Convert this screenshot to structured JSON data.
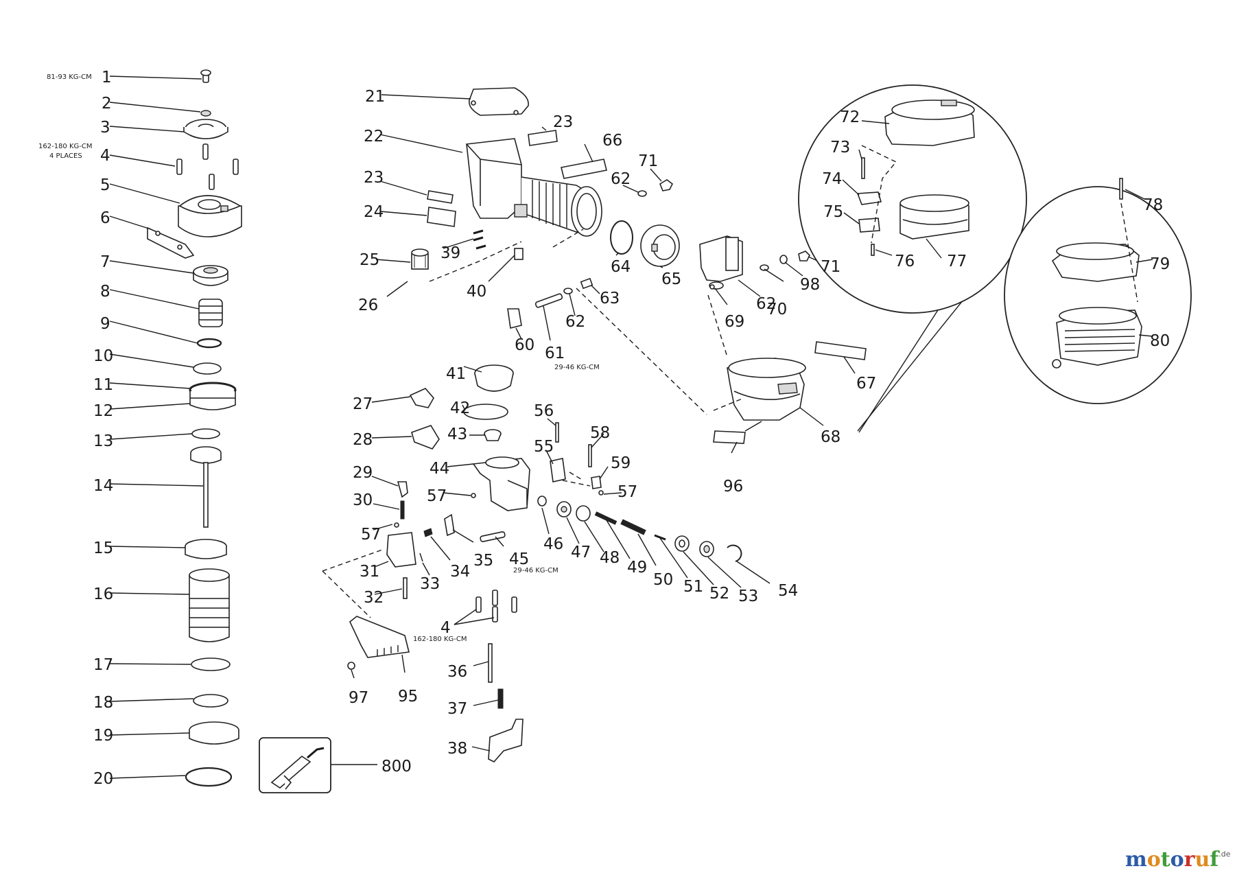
{
  "diagram": {
    "callouts": [
      "1",
      "2",
      "3",
      "4",
      "5",
      "6",
      "7",
      "8",
      "9",
      "10",
      "11",
      "12",
      "13",
      "14",
      "15",
      "16",
      "17",
      "18",
      "19",
      "20",
      "21",
      "22",
      "23",
      "23",
      "24",
      "25",
      "26",
      "27",
      "28",
      "29",
      "30",
      "31",
      "32",
      "33",
      "34",
      "35",
      "36",
      "37",
      "38",
      "39",
      "40",
      "41",
      "42",
      "43",
      "44",
      "45",
      "46",
      "47",
      "48",
      "49",
      "50",
      "51",
      "52",
      "53",
      "54",
      "55",
      "56",
      "57",
      "57",
      "57",
      "58",
      "59",
      "60",
      "61",
      "62",
      "62",
      "62",
      "63",
      "64",
      "65",
      "66",
      "67",
      "68",
      "69",
      "70",
      "71",
      "71",
      "72",
      "73",
      "74",
      "75",
      "76",
      "77",
      "78",
      "79",
      "80",
      "95",
      "96",
      "97",
      "98",
      "4",
      "800"
    ],
    "notes": {
      "torque_1": "81-93 KG-CM",
      "torque_4_line1": "162-180 KG-CM",
      "torque_4_line2": "4 PLACES",
      "torque_61": "29-46 KG-CM",
      "torque_45": "29-46 KG-CM",
      "torque_4b": "162-180 KG-CM"
    }
  },
  "watermark": {
    "letters": [
      "m",
      "o",
      "t",
      "o",
      "r",
      "u",
      "f"
    ],
    "colors": [
      "#2b5aa8",
      "#e08a1e",
      "#3f9b3a",
      "#2b5aa8",
      "#c9302c",
      "#e08a1e",
      "#3f9b3a"
    ],
    "suffix": ".de"
  }
}
